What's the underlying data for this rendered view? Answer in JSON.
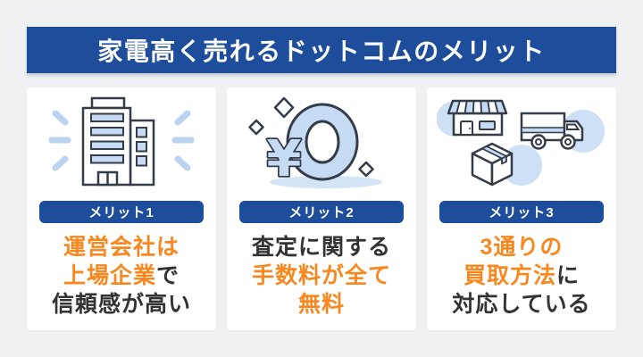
{
  "header": {
    "title": "家電高く売れるドットコムのメリット"
  },
  "cards": [
    {
      "icon": "office-building-icon",
      "badge": "メリット1",
      "lines": [
        {
          "hl": "運営会社は",
          "rest": ""
        },
        {
          "hl": "上場企業",
          "rest": "で"
        },
        {
          "hl": "",
          "rest": "信頼感が高い"
        }
      ]
    },
    {
      "icon": "yen-zero-free-icon",
      "badge": "メリット2",
      "lines": [
        {
          "hl": "",
          "rest": "査定に関する"
        },
        {
          "hl": "手数料が全て",
          "rest": ""
        },
        {
          "hl": "無料",
          "rest": ""
        }
      ]
    },
    {
      "icon": "store-truck-box-icon",
      "badge": "メリット3",
      "lines": [
        {
          "hl": "3通りの",
          "rest": ""
        },
        {
          "hl": "買取方法",
          "rest": "に"
        },
        {
          "hl": "",
          "rest": "対応している"
        }
      ]
    }
  ],
  "colors": {
    "page_bg": "#eef0f2",
    "card_bg": "#ffffff",
    "blue": "#1e4e9b",
    "orange": "#f6881f",
    "dark_text": "#333333",
    "outline": "#353c49",
    "light_blue": "#c5daf3",
    "circle_blue": "#cde0f6",
    "ray_blue": "#b9d3f0",
    "shadow_blue": "#d4e4f7"
  }
}
